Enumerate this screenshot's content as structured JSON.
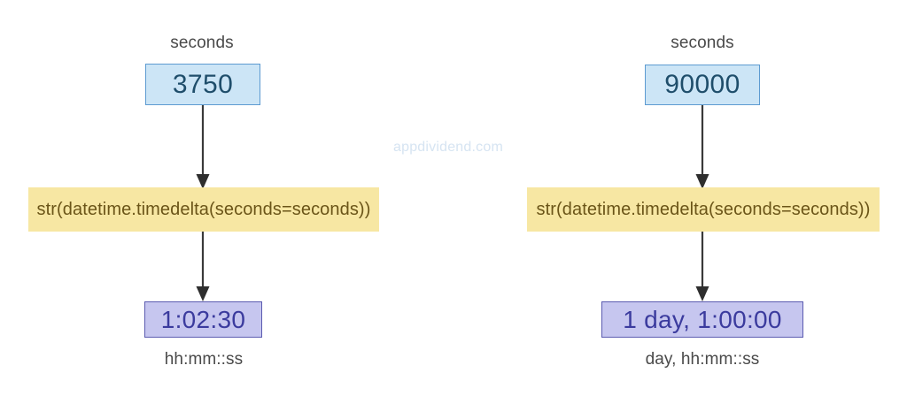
{
  "watermark": {
    "text": "appdividend.com"
  },
  "colors": {
    "background": "#ffffff",
    "input_fill": "#cce5f6",
    "input_border": "#5d9bd1",
    "input_text": "#1f4e6b",
    "expr_fill": "#f7e7a3",
    "expr_text": "#6b5518",
    "output_fill": "#c6c6ef",
    "output_border": "#5b5bb0",
    "output_text": "#3b3b9e",
    "arrow": "#3a3a3a",
    "caption_text": "#4a4a4a",
    "watermark_text": "#d6e4f2"
  },
  "flows": [
    {
      "id": "left",
      "input_label": "seconds",
      "input_value": "3750",
      "expression": "str(datetime.timedelta(seconds=seconds))",
      "output_value": "1:02:30",
      "output_format_label": "hh:mm::ss"
    },
    {
      "id": "right",
      "input_label": "seconds",
      "input_value": "90000",
      "expression": "str(datetime.timedelta(seconds=seconds))",
      "output_value": "1 day, 1:00:00",
      "output_format_label": "day, hh:mm::ss"
    }
  ]
}
